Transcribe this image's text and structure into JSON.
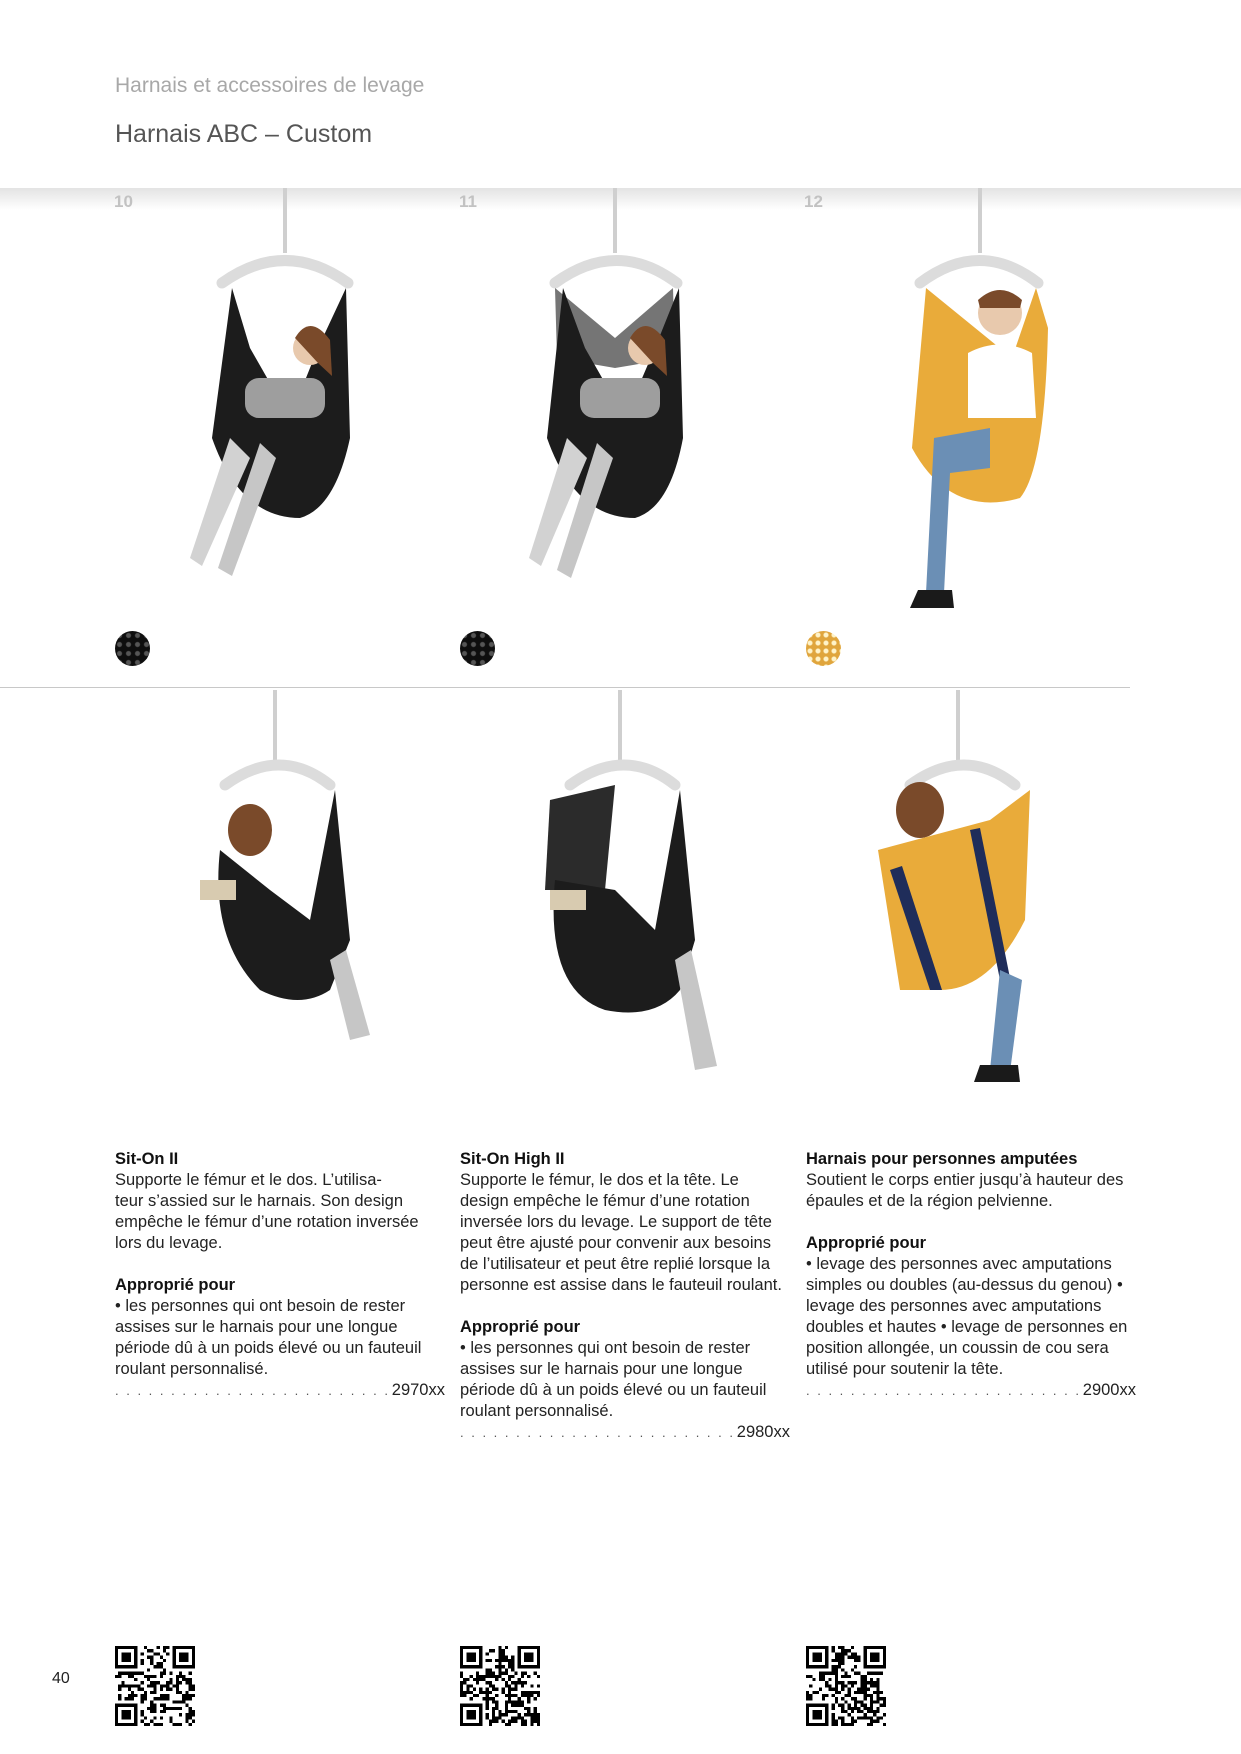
{
  "header": {
    "breadcrumb": "Harnais et accessoires de levage",
    "title": "Harnais ABC – Custom"
  },
  "image_numbers": [
    "10",
    "11",
    "12"
  ],
  "products": [
    {
      "name": "Sit-On II",
      "description": "Supporte le fémur et le dos. L’utilisa-\nteur s’assied sur le harnais. Son design empêche le fémur d’une rotation inversée lors du levage.",
      "suitable_heading": "Approprié pour",
      "suitable_text": "• les personnes qui ont besoin de rester assises sur le harnais pour une longue période dû à un poids élevé ou un fauteuil roulant personnalisé.",
      "dots": ". . . . . . . . . . . . . . . . . . . . . . . . . . . . . . . . . . . . . .",
      "code": "2970xx",
      "swatch": "black",
      "color": "#1c1c1c"
    },
    {
      "name": "Sit-On High II",
      "description": "Supporte le fémur, le dos et la tête. Le design empêche le fémur d’une rotation inversée lors du levage. Le support de tête peut être ajusté pour convenir aux besoins de l’utilisateur et peut être replié lorsque la personne est assise dans le fauteuil roulant.",
      "suitable_heading": "Approprié pour",
      "suitable_text": "• les personnes qui ont besoin de rester assises sur le harnais pour une longue période dû à un poids élevé ou un fauteuil roulant personnalisé.",
      "dots": ". . . . . . . . . . . . . . . . . . . . . . . . . . . . . . . . . . . . . .",
      "code": "2980xx",
      "swatch": "black",
      "color": "#1c1c1c"
    },
    {
      "name": "Harnais pour personnes amputées",
      "description": "Soutient le corps entier jusqu’à hauteur des épaules et de la région pelvienne.",
      "suitable_heading": "Approprié pour",
      "suitable_text": "• levage des personnes avec amputations simples ou doubles (au-dessus du genou) • levage des personnes avec amputations doubles et hautes • levage de personnes en position allongée, un coussin de cou sera utilisé pour soutenir la tête.",
      "dots": ". . . . . . . . . . . . . . . . . . . . . . . . . . . . . . . . . . . . . .",
      "code": "2900xx",
      "swatch": "yellow",
      "color": "#e9ab3a"
    }
  ],
  "page_number": "40",
  "colors": {
    "sling_black": "#1c1c1c",
    "sling_yellow": "#e9ab3a",
    "bar": "#dcdcdc"
  }
}
